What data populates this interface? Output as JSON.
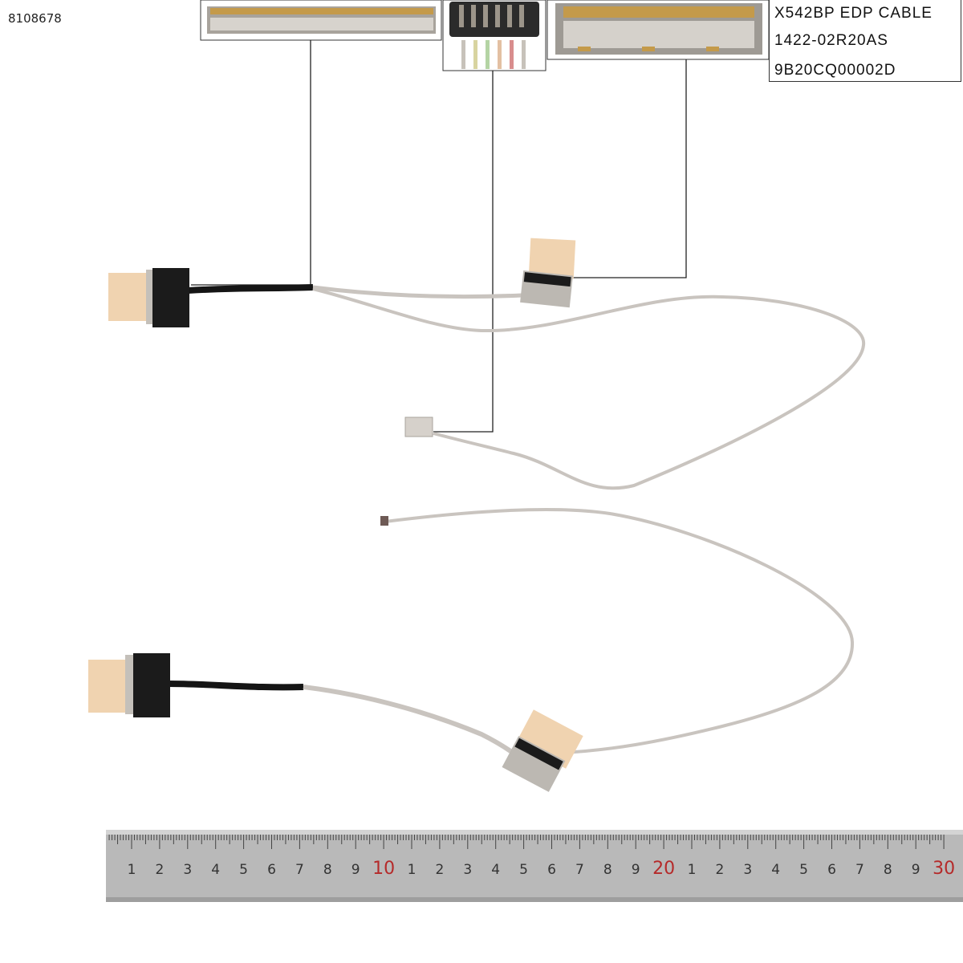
{
  "sku": "8108678",
  "label": {
    "line1": "X542BP EDP CABLE",
    "line2": "1422-02R20AS",
    "line3": "9B20CQ00002D"
  },
  "ruler": {
    "ticks": [
      "1",
      "2",
      "3",
      "4",
      "5",
      "6",
      "7",
      "8",
      "9",
      "10",
      "1",
      "2",
      "3",
      "4",
      "5",
      "6",
      "7",
      "8",
      "9",
      "20",
      "1",
      "2",
      "3",
      "4",
      "5",
      "6",
      "7",
      "8",
      "9",
      "30"
    ],
    "red_ticks": [
      "10",
      "20",
      "30"
    ]
  },
  "colors": {
    "cable": "#c9c4bf",
    "connector": "#1b1b1b",
    "tape": "#f0d3b0",
    "ruler": "#b8b8b8"
  }
}
